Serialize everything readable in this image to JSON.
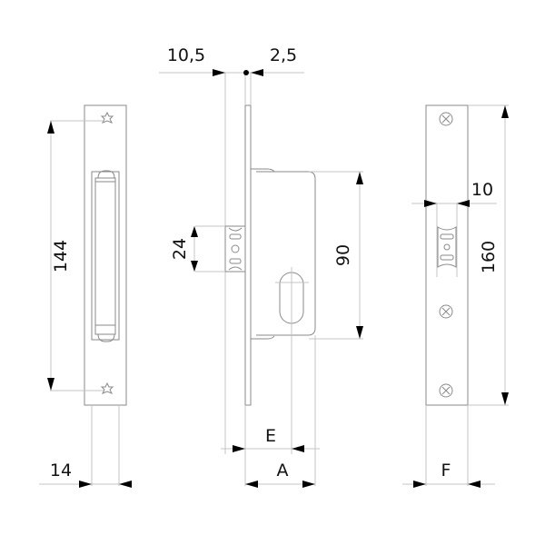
{
  "diagram": {
    "type": "technical-drawing",
    "subject": "mortise lock with faceplate and strike plate",
    "views": {
      "strike_plate": {
        "height_dim": "144",
        "width_dim": "14"
      },
      "lock_side": {
        "offset_left_dim": "10,5",
        "offset_right_dim": "2,5",
        "latch_dim": "24",
        "body_height_dim": "90",
        "backset_label": "E",
        "depth_label": "A"
      },
      "faceplate": {
        "height_dim": "160",
        "latch_width_dim": "10",
        "width_label": "F"
      }
    }
  }
}
